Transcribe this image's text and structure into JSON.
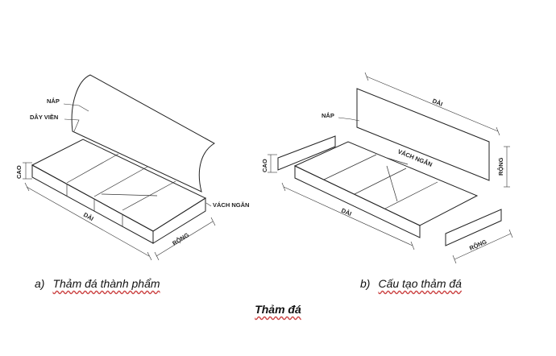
{
  "diagram_a": {
    "labels": {
      "nap": "NẮP",
      "day_vien": "DÂY VIỀN",
      "cao": "CAO",
      "dai": "DÀI",
      "rong": "RỘNG",
      "vach_ngan": "VÁCH NGĂN"
    },
    "caption_letter": "a)",
    "caption_text": "Thảm đá thành phẩm"
  },
  "diagram_b": {
    "labels": {
      "nap": "NẮP",
      "dai_top": "DÀI",
      "rong_right": "RỘNG",
      "vach_ngan": "VÁCH NGĂN",
      "cao": "CAO",
      "dai": "DÀI",
      "rong": "RỘNG"
    },
    "caption_letter": "b)",
    "caption_text": "Cấu tạo thảm đá"
  },
  "figure_title": "Thảm đá",
  "colors": {
    "line": "#222222",
    "mesh": "#444444",
    "background": "#ffffff"
  }
}
